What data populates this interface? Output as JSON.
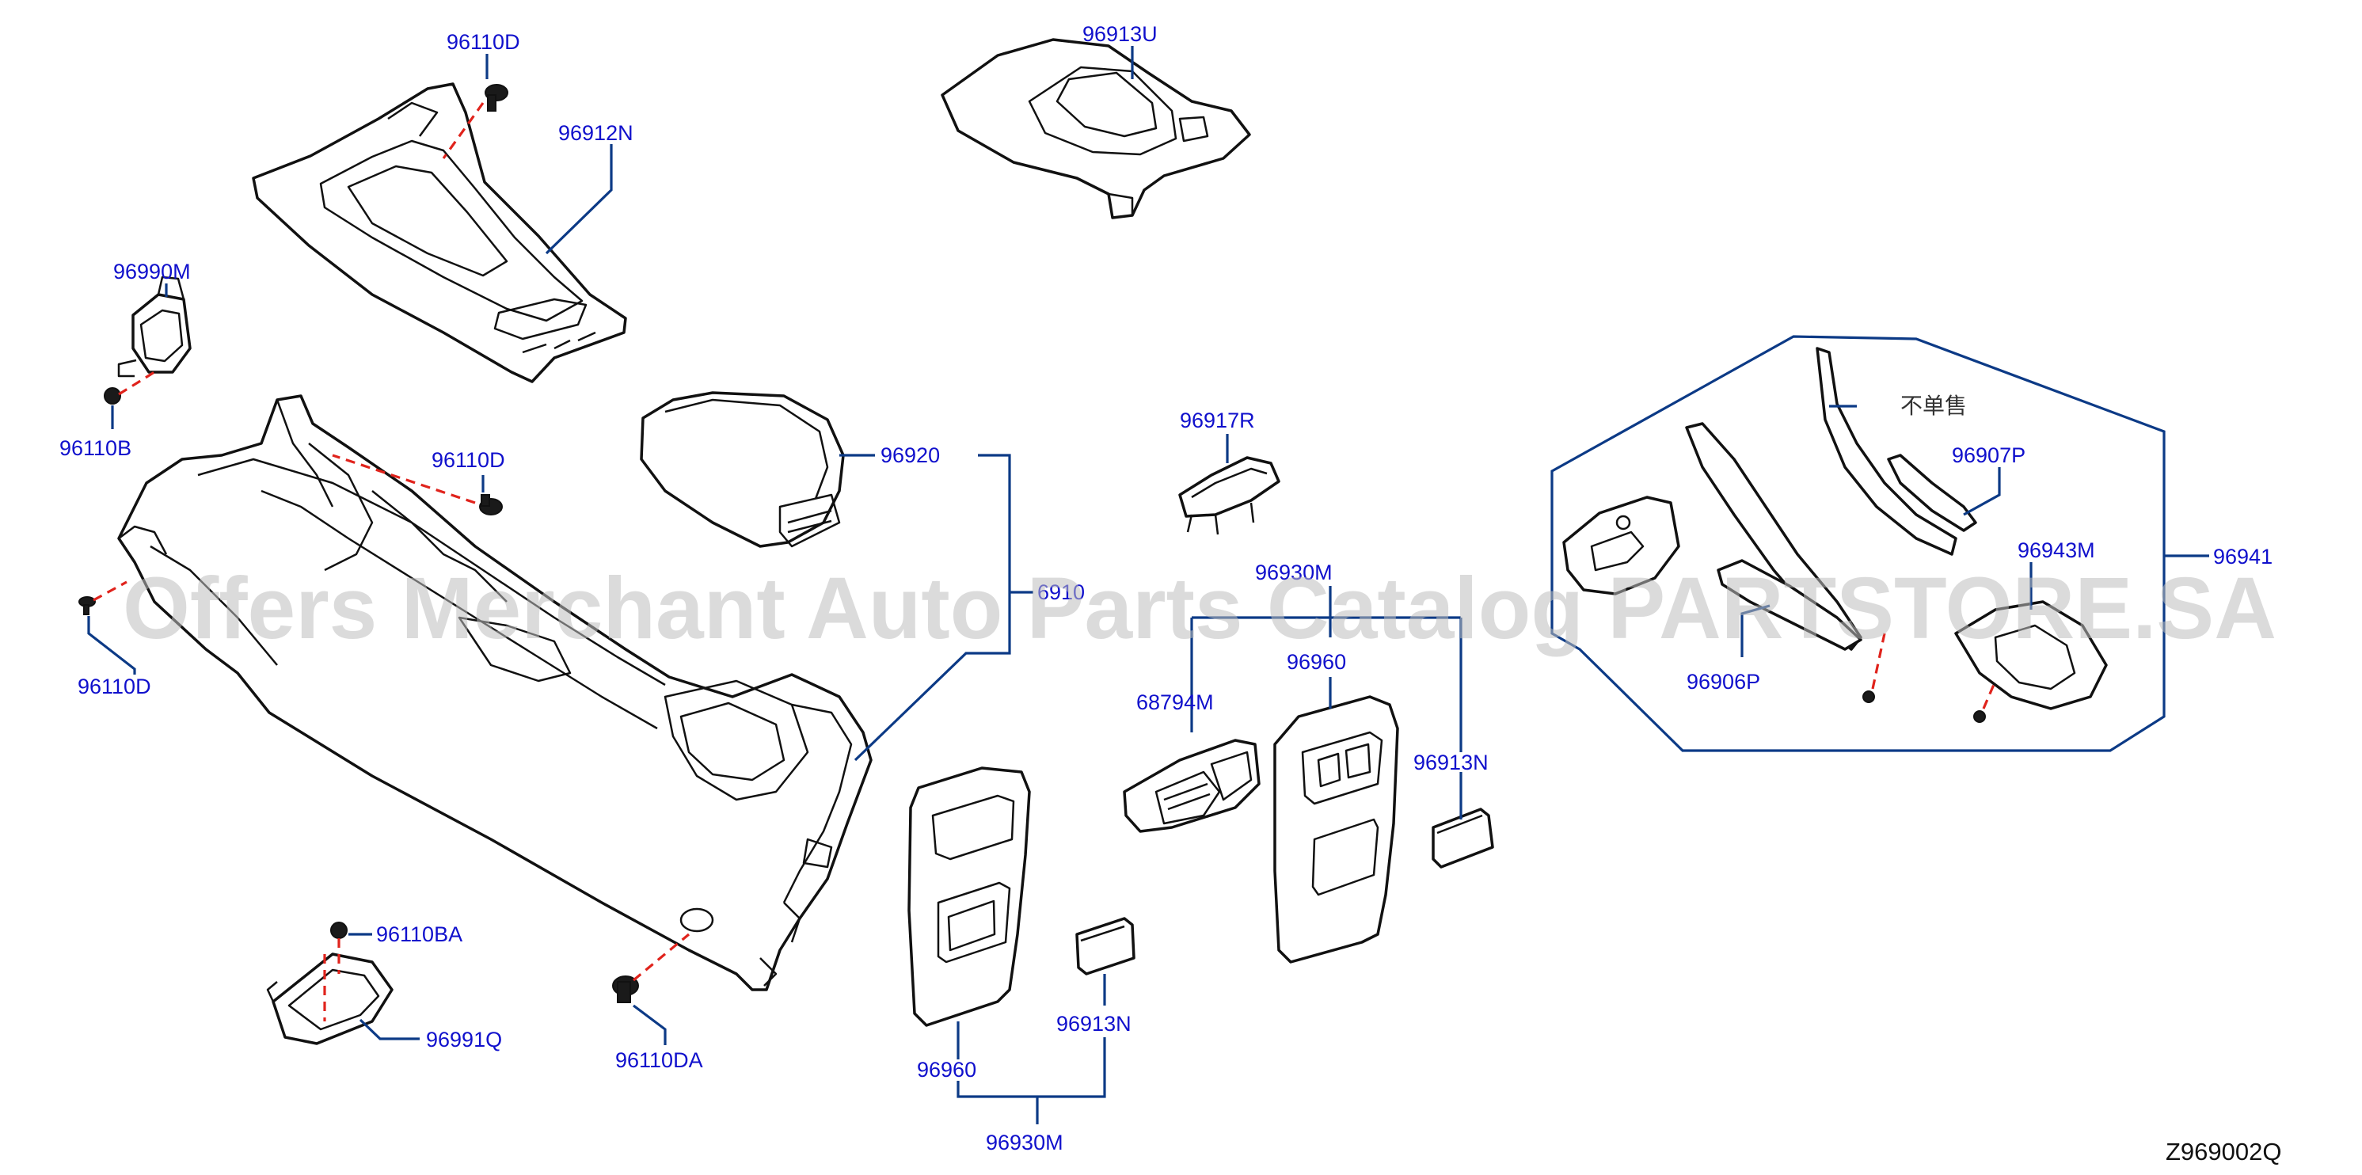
{
  "diagram": {
    "labels": {
      "p96110D_top": "96110D",
      "p96912N": "96912N",
      "p96913U": "96913U",
      "p96990M": "96990M",
      "p96110B": "96110B",
      "p96110D_mid": "96110D",
      "p96110D_left": "96110D",
      "p96920": "96920",
      "p969x0": "6910",
      "p96917R": "96917R",
      "p96930M_top": "96930M",
      "p96960_right": "96960",
      "p68794M": "68794M",
      "p96913N_right": "96913N",
      "p96110BA": "96110BA",
      "p96991Q": "96991Q",
      "p96110DA": "96110DA",
      "p96913N_bottom": "96913N",
      "p96960_bottom": "96960",
      "p96930M_bottom": "96930M",
      "p96907P": "96907P",
      "p96943M": "96943M",
      "p96941": "96941",
      "p96906P": "96906P"
    },
    "note_not_sold_separately": "不单售",
    "diagram_code": "Z969002Q",
    "watermark": "Offers Merchant Auto Parts Catalog PARTSTORE.SA",
    "colors": {
      "leader": "#0c3a86",
      "label": "#1010cc",
      "fastener_dash": "#e0231c",
      "outline": "#111111"
    }
  }
}
